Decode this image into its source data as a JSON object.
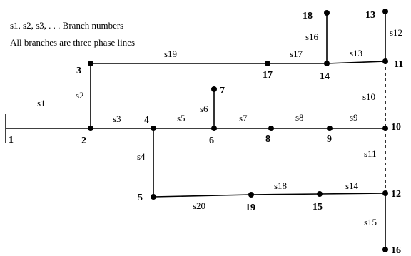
{
  "legend": {
    "line1": "s1, s2, s3, . . . Branch numbers",
    "line2": "All branches are three phase lines"
  },
  "nodes": [
    "1",
    "2",
    "3",
    "4",
    "5",
    "6",
    "7",
    "8",
    "9",
    "10",
    "11",
    "12",
    "13",
    "14",
    "15",
    "16",
    "17",
    "18",
    "19"
  ],
  "branches": [
    {
      "label": "s1",
      "from": "1",
      "to": "2",
      "style": "solid"
    },
    {
      "label": "s2",
      "from": "2",
      "to": "3",
      "style": "solid"
    },
    {
      "label": "s3",
      "from": "2",
      "to": "4",
      "style": "solid"
    },
    {
      "label": "s4",
      "from": "4",
      "to": "5",
      "style": "solid"
    },
    {
      "label": "s5",
      "from": "4",
      "to": "6",
      "style": "solid"
    },
    {
      "label": "s6",
      "from": "6",
      "to": "7",
      "style": "solid"
    },
    {
      "label": "s7",
      "from": "6",
      "to": "8",
      "style": "solid"
    },
    {
      "label": "s8",
      "from": "8",
      "to": "9",
      "style": "solid"
    },
    {
      "label": "s9",
      "from": "9",
      "to": "10",
      "style": "solid"
    },
    {
      "label": "s10",
      "from": "10",
      "to": "11",
      "style": "dashed"
    },
    {
      "label": "s11",
      "from": "10",
      "to": "12",
      "style": "dashed"
    },
    {
      "label": "s12",
      "from": "11",
      "to": "13",
      "style": "solid"
    },
    {
      "label": "s13",
      "from": "11",
      "to": "14",
      "style": "solid"
    },
    {
      "label": "s14",
      "from": "12",
      "to": "15",
      "style": "solid"
    },
    {
      "label": "s15",
      "from": "12",
      "to": "16",
      "style": "solid"
    },
    {
      "label": "s16",
      "from": "14",
      "to": "18",
      "style": "solid"
    },
    {
      "label": "s17",
      "from": "14",
      "to": "17",
      "style": "solid"
    },
    {
      "label": "s18",
      "from": "15",
      "to": "19",
      "style": "solid"
    },
    {
      "label": "s19",
      "from": "3",
      "to": "17",
      "style": "solid"
    },
    {
      "label": "s20",
      "from": "5",
      "to": "19",
      "style": "solid"
    }
  ]
}
